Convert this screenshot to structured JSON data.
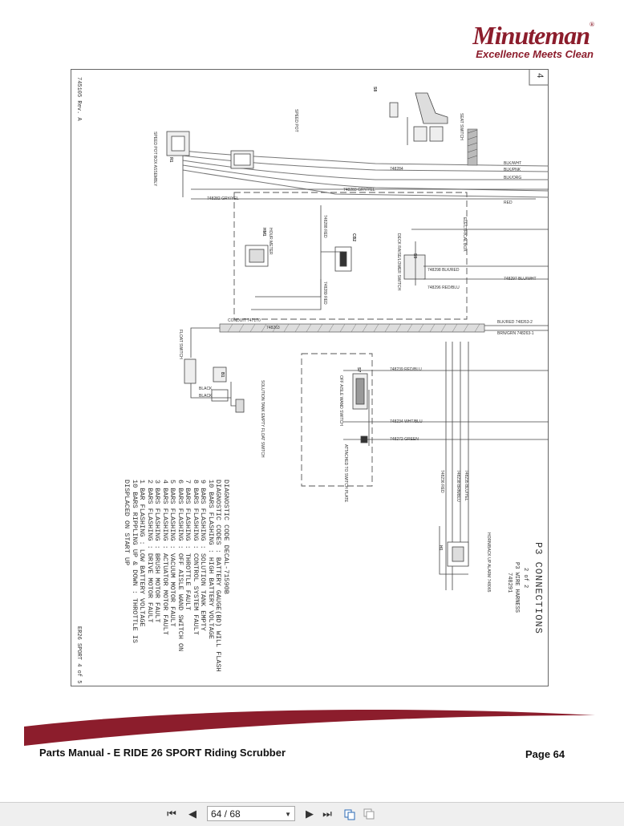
{
  "brand": {
    "name": "Minuteman",
    "registered": "®",
    "tagline": "Excellence Meets Clean"
  },
  "diagram": {
    "sheet_number": "4",
    "drawing_number": "745105 Rev. A",
    "title": "P3 CONNECTIONS",
    "sheet_of": "2 of 2",
    "harness_label": "P3 WIRE HARNESS",
    "harness_number": "748291",
    "sheet_ref": "ER26 SPORT 4 of 5",
    "diagnostic_notes": [
      "DIAGNOSTIC CODE DECAL-71590B",
      "DIAGNOSTIC CODES : BATTERY GAUGE(BD) WILL FLASH",
      "10 BARS FLASHING : HIGH BATTERY VOLTAGE",
      "9 BARS FLASHING : SOLUTION TANK EMPTY",
      "8 BARS FLASHING : CONTROL SYSTEM FAULT",
      "7 BARS FLASHING : THROTTLE FAULT",
      "6 BARS FLASHING : OFF AISLE WAND SWITCH ON",
      "5 BARS FLASHING : VACUUM MOTOR FAULT",
      "4 BARS FLASHING : ACTUATOR MOTOR FAULT",
      "3 BARS FLASHING : BRUSH MOTOR FAULT",
      "2 BARS FLASHING : DRIVE MOTOR FAULT",
      "1 BAR FLASHING : LOW BATTERY VOLTAGE",
      "10 BARS RIPPLING UP & DOWN : THROTTLE IS",
      "DISPLACED ON START UP"
    ],
    "wire_labels": {
      "blk_wht": "BLK/WHT",
      "blk_pnk": "BLK/PNK",
      "blk_org": "BLK/ORG",
      "red": "RED",
      "blk_red_1": "BLK/RED 748263-2",
      "brn_grn": "BRN/GRN 748263-1",
      "w748284": "748284",
      "w748283": "748283 GRY/YEL",
      "w748282": "748282 GRY/YEL",
      "w748297": "748297 BLU/WHT",
      "w748298": "748298 BLK/RED",
      "w748296": "748296 RED/BLU",
      "w748288": "748288 RED",
      "w748289": "748289 RED",
      "conduit": "CONDUIT 747170",
      "w748263": "748263",
      "w748239": "748239 RED/BLU",
      "w748234": "748234 WHT/BLU",
      "w748272": "748272 GREEN",
      "w748236": "748236 RED",
      "w748238": "748238 BRN/BLU",
      "w748235": "748235 BLU/YEL",
      "black_1": "BLACK",
      "black_2": "BLACK"
    },
    "component_labels": {
      "seat_switch": "SEAT SWITCH",
      "s8": "S8",
      "electrical_box": "ELECTRICAL BOX",
      "hour_meter": "HOUR METER",
      "hm1": "HM1",
      "cb2": "CB2",
      "s9": "S9",
      "s7": "S7",
      "b1": "B1",
      "r1": "R1",
      "h1": "H1",
      "horn": "HORN/BACK UP ALARM 748065",
      "speed_pot": "SPEED POT",
      "speed_pot_assembly": "SPEED POT BOX ASSEMBLY",
      "float_switch": "FLOAT SWITCH",
      "solution_tank": "SOLUTION TANK EMPTY FLOAT SWITCH",
      "off_aisle_wand": "OFF AISLE WAND SWITCH",
      "attached_switch": "ATTACHED TO SWITCH PLATE",
      "deck": "DECK RAISE/LOWER SWITCH"
    }
  },
  "footer": {
    "title": "Parts Manual - E RIDE 26 SPORT Riding Scrubber",
    "page_label": "Page 64"
  },
  "viewer": {
    "page_indicator": "64 / 68",
    "first_icon": "first-page-icon",
    "prev_icon": "prev-page-icon",
    "next_icon": "next-page-icon",
    "last_icon": "last-page-icon",
    "caret_icon": "dropdown-caret-icon"
  }
}
